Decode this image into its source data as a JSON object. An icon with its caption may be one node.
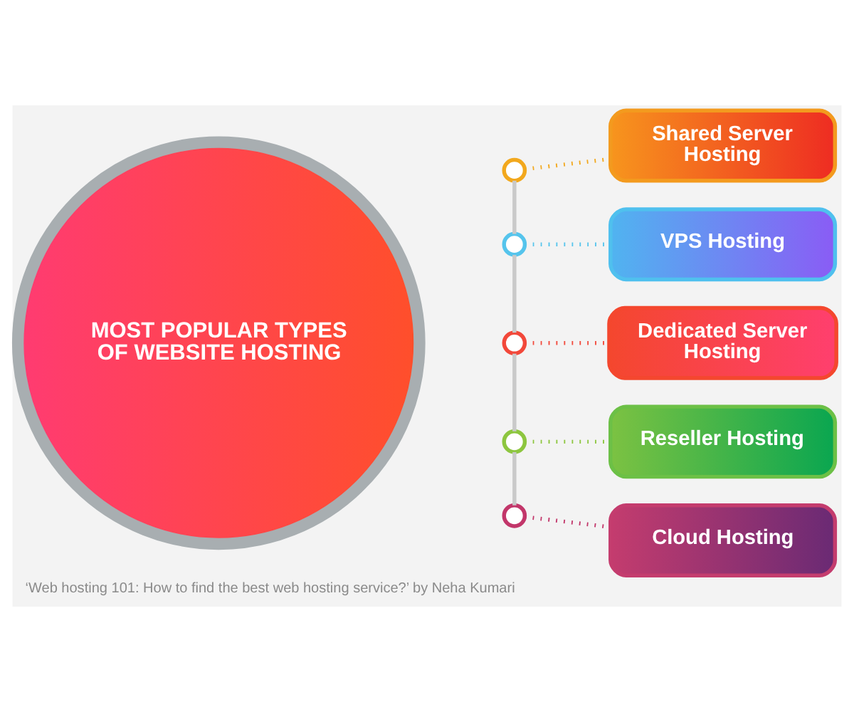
{
  "diagram": {
    "caption": "‘Web hosting 101: How to find the best web hosting service?’ by Neha Kumari",
    "nodes": [
      {
        "text": [
          "MOST POPULAR TYPES OF WEBSITE HOSTING"
        ]
      },
      {
        "text": [],
        "shape": "circle"
      },
      {
        "text": [],
        "shape": "circle"
      },
      {
        "text": [],
        "shape": "circle"
      },
      {
        "text": [],
        "shape": "circle"
      },
      {
        "text": [],
        "shape": "circle"
      },
      {
        "text": [
          "Shared Server Hosting"
        ]
      },
      {
        "text": [
          "VPS Hosting"
        ]
      },
      {
        "text": [
          "Dedicated Server Hosting"
        ]
      },
      {
        "text": [
          "Reseller Hosting"
        ]
      },
      {
        "text": [
          "Cloud Hosting"
        ]
      }
    ],
    "edges": [
      {
        "from": 1,
        "to": 2,
        "arrow": "none",
        "color": "#c9c9c9"
      },
      {
        "from": 2,
        "to": 3,
        "arrow": "none",
        "color": "#c9c9c9"
      },
      {
        "from": 3,
        "to": 4,
        "arrow": "none",
        "color": "#c9c9c9"
      },
      {
        "from": 4,
        "to": 5,
        "arrow": "none",
        "color": "#c9c9c9"
      },
      {
        "from": 1,
        "to": 6,
        "arrow": "none",
        "style": "dashed",
        "color": "#f2a81d"
      },
      {
        "from": 2,
        "to": 7,
        "arrow": "none",
        "style": "dashed",
        "color": "#55c4ec"
      },
      {
        "from": 3,
        "to": 8,
        "arrow": "none",
        "style": "dashed",
        "color": "#f2483a"
      },
      {
        "from": 4,
        "to": 9,
        "arrow": "none",
        "style": "dashed",
        "color": "#8dc63f"
      },
      {
        "from": 5,
        "to": 10,
        "arrow": "none",
        "style": "dashed",
        "color": "#c2366a"
      }
    ]
  }
}
